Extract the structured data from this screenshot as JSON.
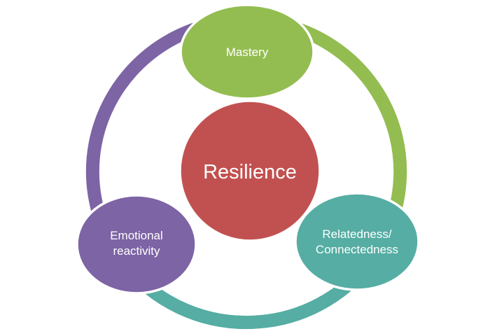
{
  "diagram": {
    "background_color": "#FFFFFF",
    "label_text_color": "#FFFFFF",
    "center_node": {
      "label": "Resilience",
      "color": "#C15150"
    },
    "nodes": [
      {
        "label": "Mastery",
        "color": "#93BD50"
      },
      {
        "label_line1": "Emotional",
        "label_line2": "reactivity",
        "color": "#7D64A5"
      },
      {
        "label_line1": "Relatedness/",
        "label_line2": "Connectedness",
        "color": "#55ADA3"
      }
    ],
    "ring": {
      "segments": [
        {
          "name": "left-arc",
          "color": "#7D64A5"
        },
        {
          "name": "right-arc",
          "color": "#93BD50"
        },
        {
          "name": "bottom-arc",
          "color": "#55ADA3"
        }
      ]
    }
  }
}
